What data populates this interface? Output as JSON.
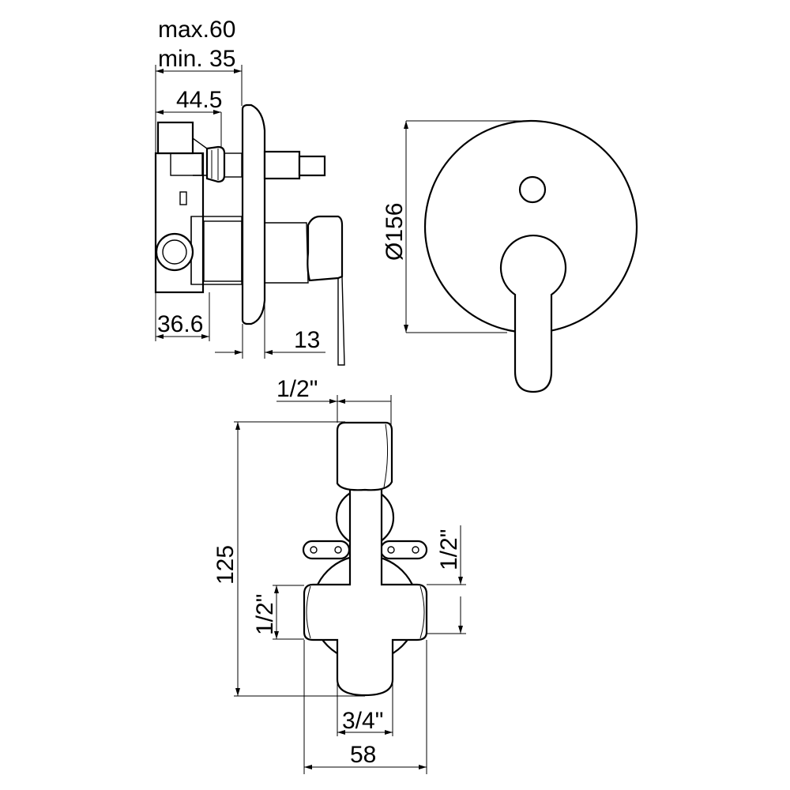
{
  "dimensions": {
    "max_depth": "max.60",
    "min_depth": "min. 35",
    "body_depth": "44.5",
    "rear_depth": "36.6",
    "handle_projection": "13",
    "plate_diameter": "Ø156",
    "top_inlet": "1/2\"",
    "body_height": "125",
    "right_outlet": "1/2\"",
    "left_outlet": "1/2\"",
    "bottom_outlet": "3/4\"",
    "body_width": "58"
  }
}
